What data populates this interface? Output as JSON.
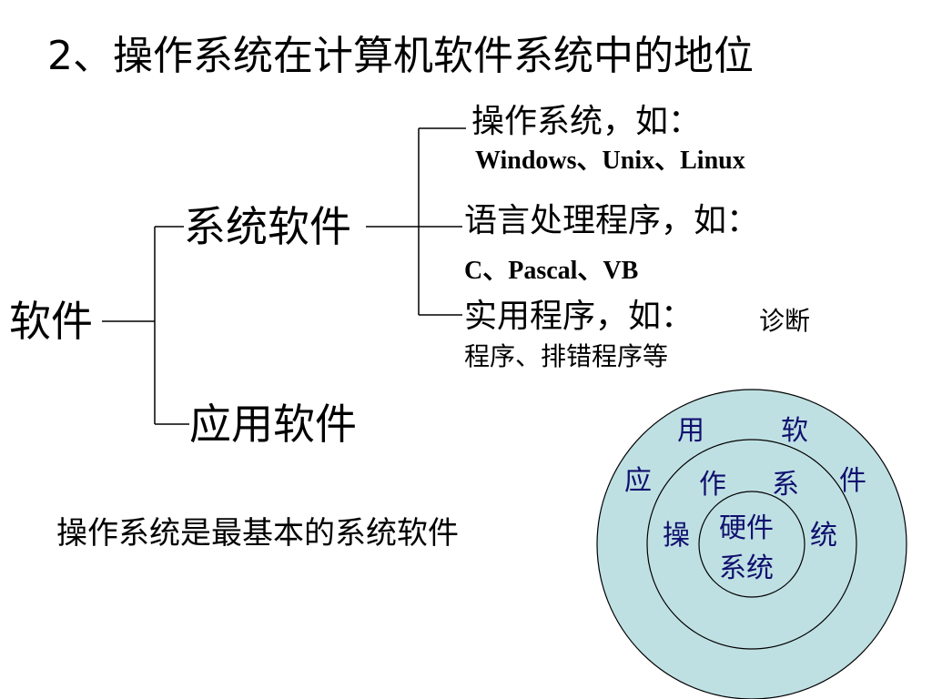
{
  "title": "2、操作系统在计算机软件系统中的地位",
  "tree": {
    "root": "软件",
    "system_software": "系统软件",
    "application_software": "应用软件",
    "os_label": "操作系统，如：",
    "os_examples": "Windows、Unix、Linux",
    "lang_label": "语言处理程序，如：",
    "lang_examples": "C、Pascal、VB",
    "util_label": "实用程序，如：",
    "util_examples_1": "诊断",
    "util_examples_2": "程序、排错程序等"
  },
  "statement": "操作系统是最基本的系统软件",
  "rings": {
    "outer": [
      "应",
      "用",
      "软",
      "件"
    ],
    "middle": [
      "操",
      "作",
      "系",
      "统"
    ],
    "inner_1": "硬件",
    "inner_2": "系统",
    "fill_color": "#bfe0e3",
    "text_color": "#10106e"
  }
}
